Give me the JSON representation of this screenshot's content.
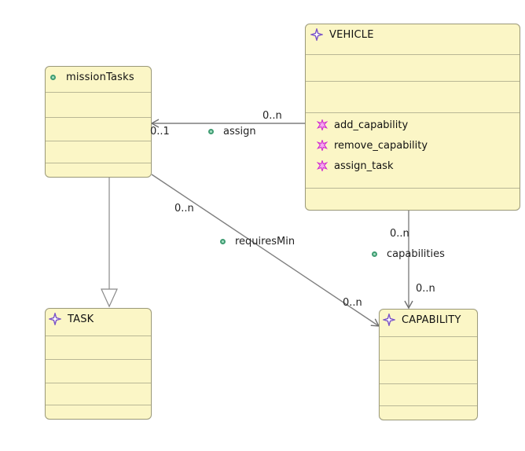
{
  "classes": {
    "mission_tasks": {
      "name": "missionTasks",
      "icon": "green-dot-icon"
    },
    "vehicle": {
      "name": "VEHICLE",
      "icon": "class-star-icon",
      "operations": [
        {
          "label": "add_capability",
          "icon": "operation-star-icon"
        },
        {
          "label": "remove_capability",
          "icon": "operation-star-icon"
        },
        {
          "label": "assign_task",
          "icon": "operation-star-icon"
        }
      ]
    },
    "task": {
      "name": "TASK",
      "icon": "class-star-icon"
    },
    "capability": {
      "name": "CAPABILITY",
      "icon": "class-star-icon"
    }
  },
  "relations": {
    "assign": {
      "name": "assign",
      "source_mult": "0..n",
      "target_mult": "0..1"
    },
    "requires_min": {
      "name": "requiresMin",
      "source_mult": "0..n",
      "target_mult": "0..n"
    },
    "capabilities": {
      "name": "capabilities",
      "source_mult": "0..n",
      "target_mult": "0..n"
    },
    "generalization": {
      "kind": "inheritance",
      "from": "missionTasks",
      "to": "TASK"
    }
  },
  "colors": {
    "class_fill": "#fbf6c6",
    "class_border": "#9d9b7a",
    "edge": "#7f7f7f",
    "attribute_icon": "#3f9c72",
    "class_icon": "#7a52c7",
    "operation_icon": "#d12fcf"
  }
}
